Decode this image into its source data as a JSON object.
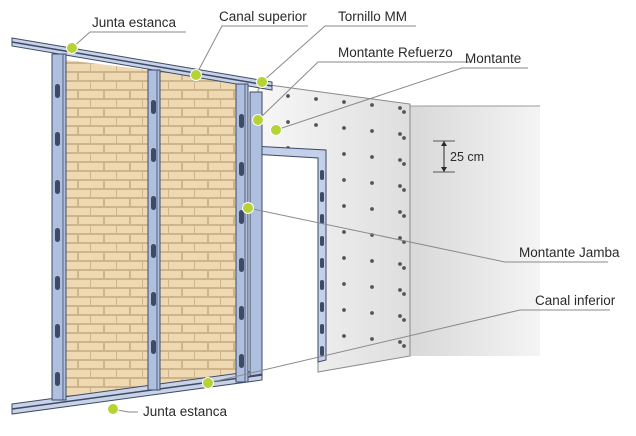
{
  "labels": {
    "junta_estanca_top": "Junta estanca",
    "canal_superior": "Canal superior",
    "tornillo_mm": "Tornillo MM",
    "montante_refuerzo": "Montante Refuerzo",
    "montante": "Montante",
    "montante_jamba": "Montante Jamba",
    "canal_inferior": "Canal inferior",
    "junta_estanca_bottom": "Junta estanca",
    "spacing": "25 cm"
  },
  "colors": {
    "accent_dot": "#b5d334",
    "stud": "#aebfe0",
    "brick": "#efd9b3",
    "board": "#ececec",
    "back_wall": "#e6e6e6"
  }
}
